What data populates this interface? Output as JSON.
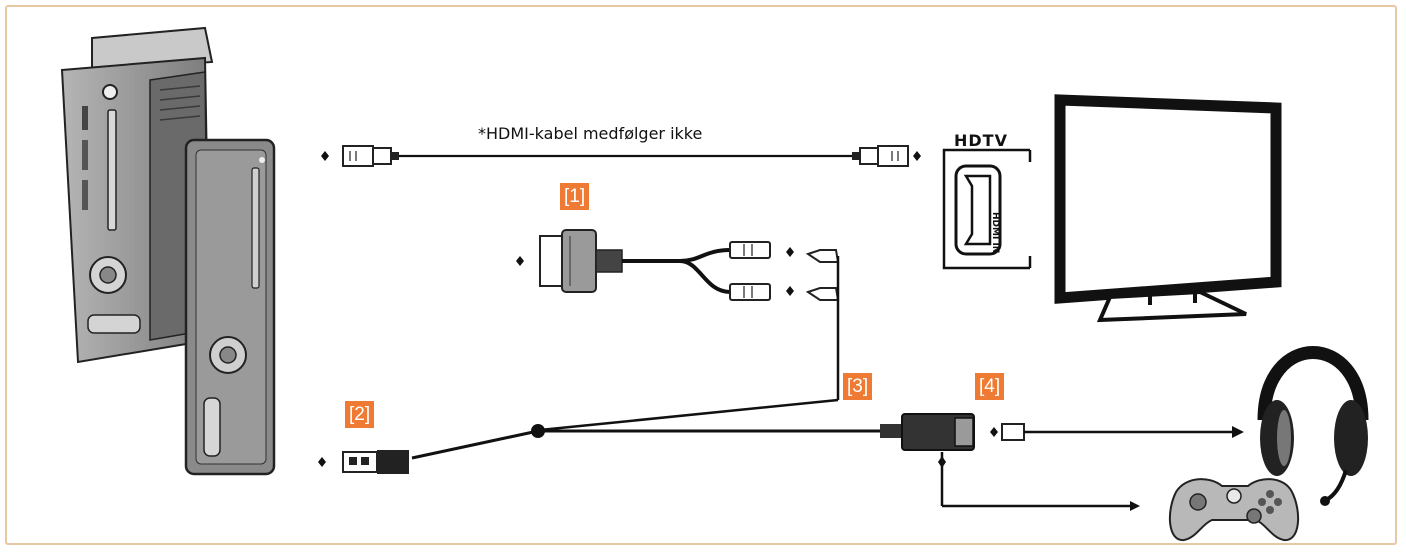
{
  "cable_note": "*HDMI-kabel medfølger ikke",
  "tv": {
    "label": "HDTV",
    "port_label": "HDMI IN"
  },
  "callouts": [
    "[1]",
    "[2]",
    "[3]",
    "[4]"
  ],
  "colors": {
    "callout": "#ee7a33",
    "frame": "#e8c8a4",
    "console": "#8f8f8f",
    "line": "#111111"
  }
}
